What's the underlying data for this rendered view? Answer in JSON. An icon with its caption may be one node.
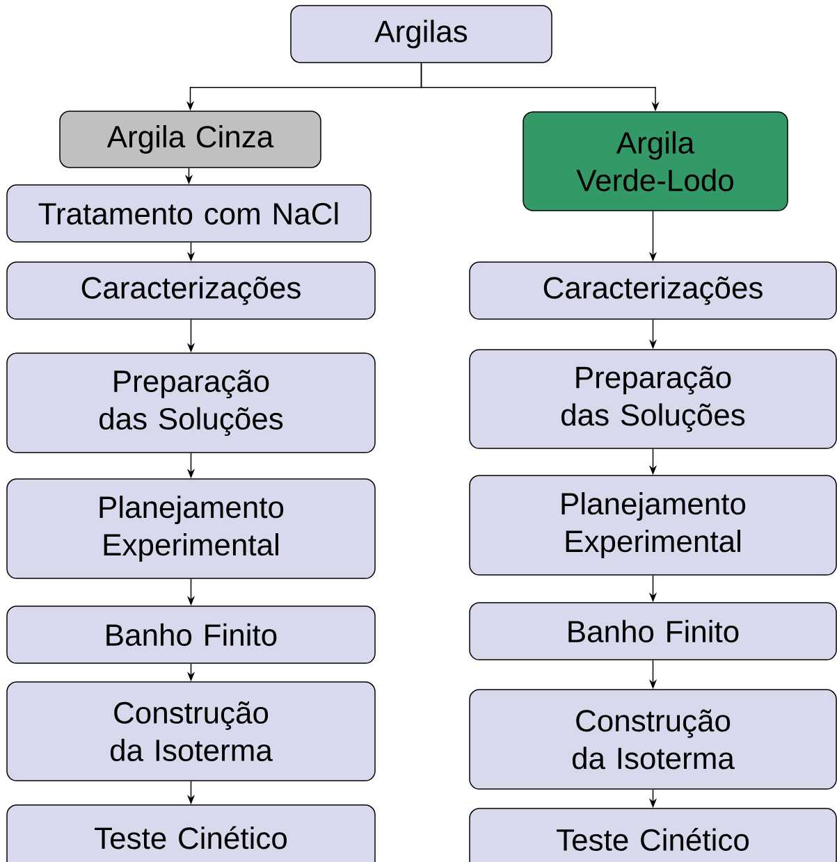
{
  "diagram": {
    "nodes": [
      {
        "text": [
          "Argilas"
        ]
      },
      {
        "text": [
          "Argila Cinza"
        ]
      },
      {
        "text": [
          "Argila Verde-Lodo"
        ]
      },
      {
        "text": [
          "Tratamento com NaCl"
        ]
      },
      {
        "text": [
          "Caracterizações"
        ]
      },
      {
        "text": [
          "Preparação das Soluções"
        ]
      },
      {
        "text": [
          "Planejamento Experimental"
        ]
      },
      {
        "text": [
          "Banho Finito"
        ]
      },
      {
        "text": [
          "Construção da Isoterma"
        ]
      },
      {
        "text": [
          "Teste Cinético"
        ]
      },
      {
        "text": [
          "Caracterizações"
        ]
      },
      {
        "text": [
          "Preparação das Soluções"
        ]
      },
      {
        "text": [
          "Planejamento Experimental"
        ]
      },
      {
        "text": [
          "Banho Finito"
        ]
      },
      {
        "text": [
          "Construção da Isoterma"
        ]
      },
      {
        "text": [
          "Teste Cinético"
        ]
      }
    ],
    "edges": [
      {
        "from": 0,
        "to": 1,
        "arrow": "to"
      },
      {
        "from": 0,
        "to": 2,
        "arrow": "to"
      },
      {
        "from": 1,
        "to": 3,
        "arrow": "to"
      },
      {
        "from": 3,
        "to": 4,
        "arrow": "to"
      },
      {
        "from": 4,
        "to": 5,
        "arrow": "to"
      },
      {
        "from": 5,
        "to": 6,
        "arrow": "to"
      },
      {
        "from": 6,
        "to": 7,
        "arrow": "to"
      },
      {
        "from": 7,
        "to": 8,
        "arrow": "to"
      },
      {
        "from": 8,
        "to": 9,
        "arrow": "to"
      },
      {
        "from": 2,
        "to": 10,
        "arrow": "to"
      },
      {
        "from": 10,
        "to": 11,
        "arrow": "to"
      },
      {
        "from": 11,
        "to": 12,
        "arrow": "to"
      },
      {
        "from": 12,
        "to": 13,
        "arrow": "to"
      },
      {
        "from": 13,
        "to": 14,
        "arrow": "to"
      },
      {
        "from": 14,
        "to": 15,
        "arrow": "to"
      }
    ]
  }
}
